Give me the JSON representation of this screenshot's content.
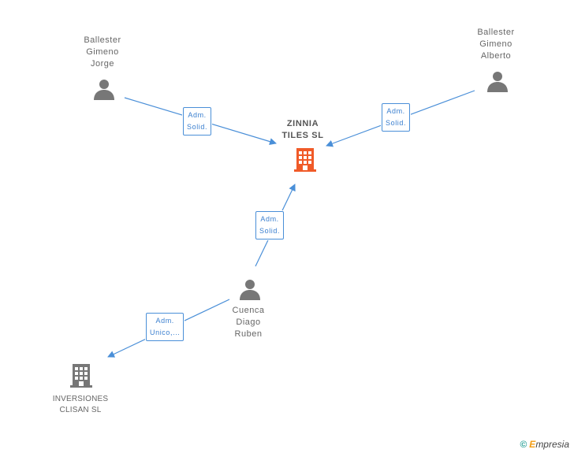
{
  "nodes": {
    "center": {
      "lines": [
        "ZINNIA",
        "TILES SL"
      ],
      "color": "#f05a28"
    },
    "p1": {
      "lines": [
        "Ballester",
        "Gimeno",
        "Jorge"
      ]
    },
    "p2": {
      "lines": [
        "Ballester",
        "Gimeno",
        "Alberto"
      ]
    },
    "p3": {
      "lines": [
        "Cuenca",
        "Diago",
        "Ruben"
      ]
    },
    "company2": {
      "lines": [
        "INVERSIONES",
        "CLISAN SL"
      ]
    }
  },
  "edges": [
    {
      "id": "e1",
      "lines": [
        "Adm.",
        "Solid."
      ]
    },
    {
      "id": "e2",
      "lines": [
        "Adm.",
        "Solid."
      ]
    },
    {
      "id": "e3",
      "lines": [
        "Adm.",
        "Solid."
      ]
    },
    {
      "id": "e4",
      "lines": [
        "Adm.",
        "Unico,..."
      ]
    }
  ],
  "colors": {
    "edge": "#4a8fd8",
    "person_icon": "#777777",
    "company_icon": "#777777"
  },
  "watermark": {
    "symbol": "©",
    "brand_first": "E",
    "brand_rest": "mpresia"
  }
}
